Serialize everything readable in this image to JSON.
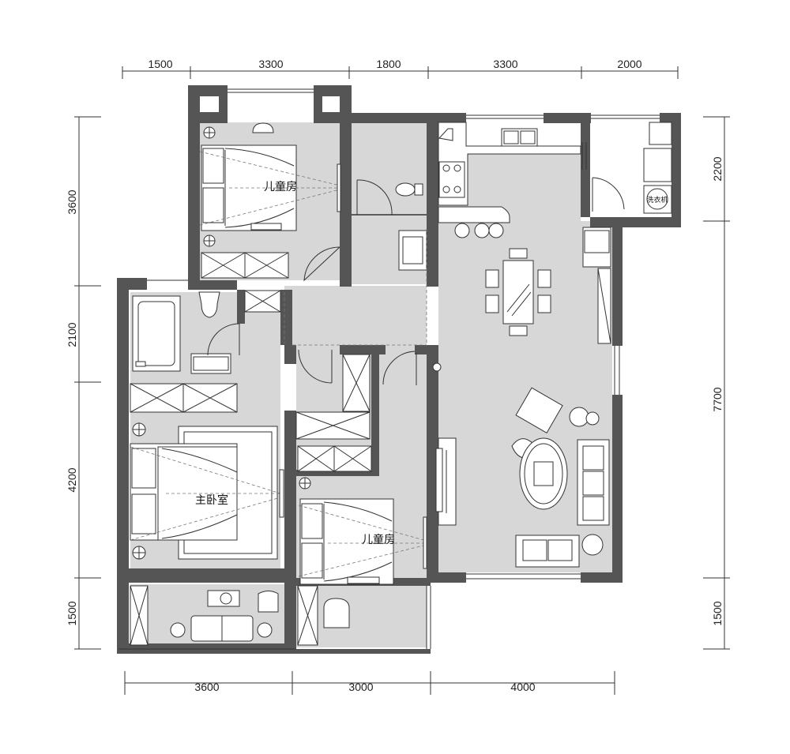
{
  "dimensions": {
    "top": [
      "1500",
      "3300",
      "1800",
      "3300",
      "2000"
    ],
    "bottom": [
      "3600",
      "3000",
      "4000"
    ],
    "left": [
      "3600",
      "2100",
      "4200",
      "1500"
    ],
    "right": [
      "2200",
      "7700",
      "1500"
    ]
  },
  "rooms": {
    "kids_room_top": "儿童房",
    "master_bedroom": "主卧室",
    "kids_room_bottom": "儿童房",
    "washer_label": "洗衣机"
  },
  "colors": {
    "wall": "#555555",
    "floor": "#d7d7d7",
    "background": "#ffffff"
  }
}
